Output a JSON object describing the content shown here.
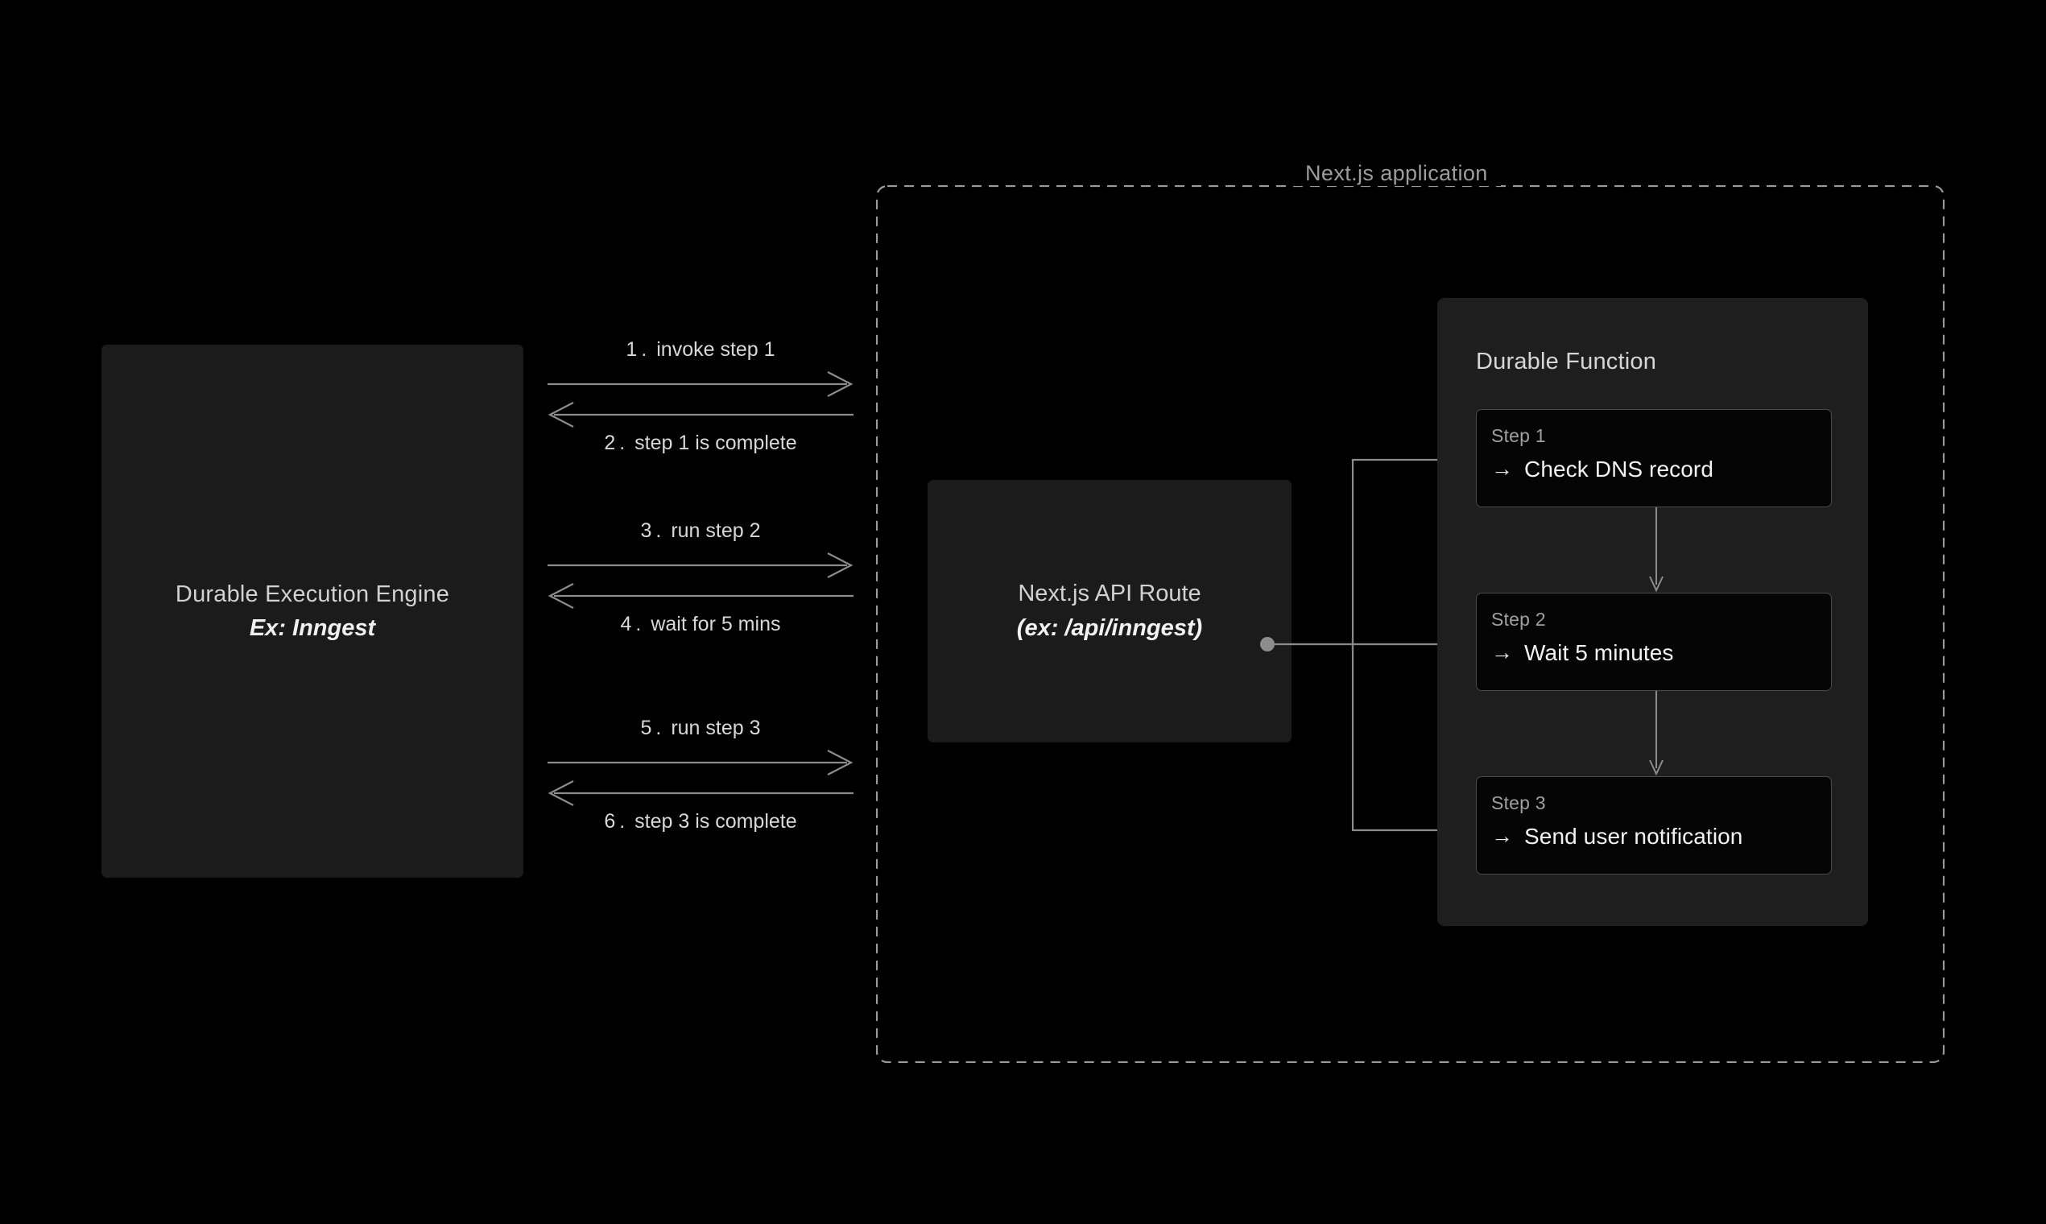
{
  "diagram": {
    "background_color": "#000000",
    "line_color": "#8c8c8c",
    "engine": {
      "title": "Durable Execution Engine",
      "subtitle": "Ex: Inngest"
    },
    "sequence": [
      {
        "index": "1.",
        "text": "invoke step 1",
        "direction": "right",
        "label_position": "above"
      },
      {
        "index": "2.",
        "text": "step 1 is complete",
        "direction": "left",
        "label_position": "below"
      },
      {
        "index": "3.",
        "text": "run step 2",
        "direction": "right",
        "label_position": "above"
      },
      {
        "index": "4.",
        "text": "wait for 5 mins",
        "direction": "left",
        "label_position": "below"
      },
      {
        "index": "5.",
        "text": "run step 3",
        "direction": "right",
        "label_position": "above"
      },
      {
        "index": "6.",
        "text": "step 3 is complete",
        "direction": "left",
        "label_position": "below"
      }
    ],
    "application": {
      "title": "Next.js application",
      "api_route": {
        "title": "Next.js API Route",
        "subtitle": "(ex: /api/inngest)"
      },
      "durable_function": {
        "title": "Durable Function",
        "steps": [
          {
            "label": "Step 1",
            "action": "Check DNS record",
            "arrow_glyph": "→"
          },
          {
            "label": "Step 2",
            "action": "Wait 5 minutes",
            "arrow_glyph": "→"
          },
          {
            "label": "Step 3",
            "action": "Send user notification",
            "arrow_glyph": "→"
          }
        ]
      }
    }
  }
}
